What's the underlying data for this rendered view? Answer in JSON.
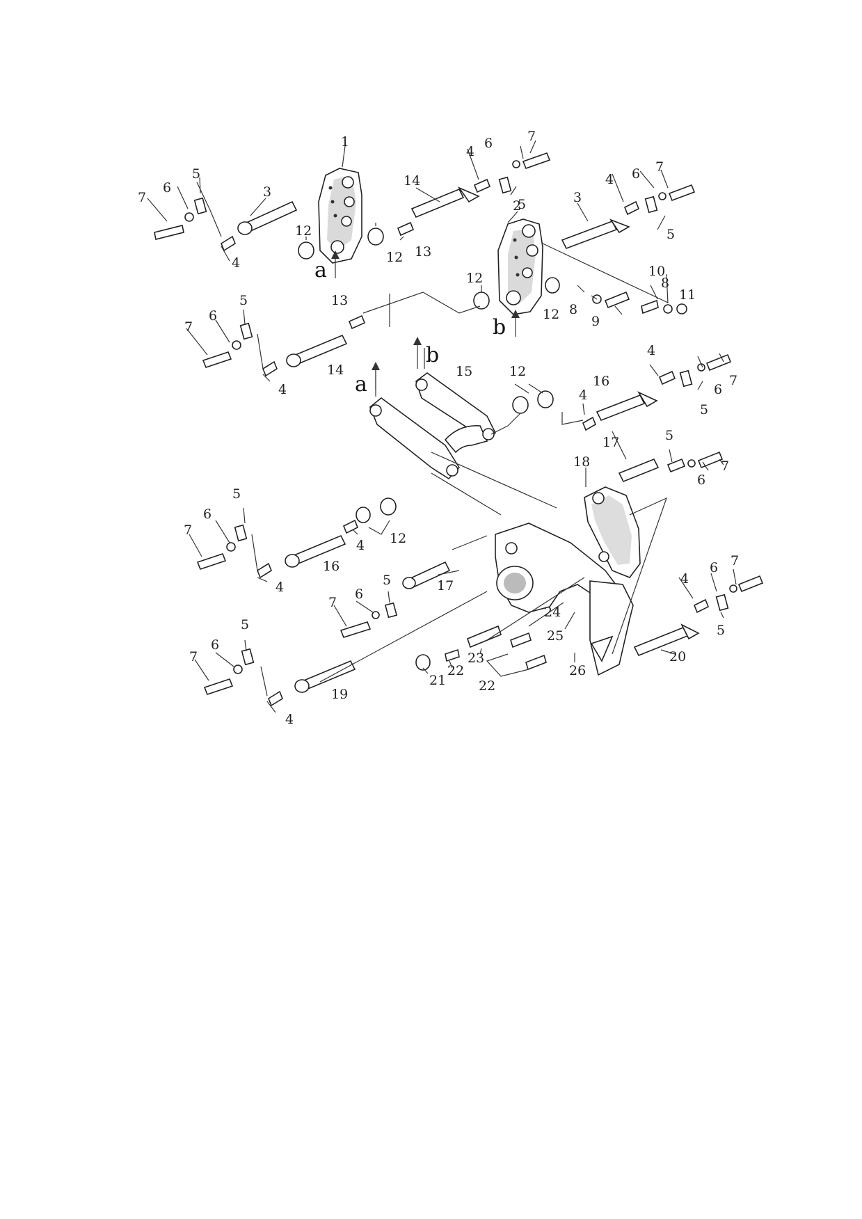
{
  "callouts": [
    {
      "id": "c1",
      "text": "1"
    },
    {
      "id": "c2",
      "text": "2"
    },
    {
      "id": "c3a",
      "text": "3"
    },
    {
      "id": "c3b",
      "text": "3"
    },
    {
      "id": "c4a",
      "text": "4"
    },
    {
      "id": "c4b",
      "text": "4"
    },
    {
      "id": "c4c",
      "text": "4"
    },
    {
      "id": "c4d",
      "text": "4"
    },
    {
      "id": "c4e",
      "text": "4"
    },
    {
      "id": "c4f",
      "text": "4"
    },
    {
      "id": "c4g",
      "text": "4"
    },
    {
      "id": "c4h",
      "text": "4"
    },
    {
      "id": "c4i",
      "text": "4"
    },
    {
      "id": "c4j",
      "text": "4"
    },
    {
      "id": "c5a",
      "text": "5"
    },
    {
      "id": "c5b",
      "text": "5"
    },
    {
      "id": "c5c",
      "text": "5"
    },
    {
      "id": "c5d",
      "text": "5"
    },
    {
      "id": "c5e",
      "text": "5"
    },
    {
      "id": "c5f",
      "text": "5"
    },
    {
      "id": "c5g",
      "text": "5"
    },
    {
      "id": "c5h",
      "text": "5"
    },
    {
      "id": "c5i",
      "text": "5"
    },
    {
      "id": "c5j",
      "text": "5"
    },
    {
      "id": "c6a",
      "text": "6"
    },
    {
      "id": "c6b",
      "text": "6"
    },
    {
      "id": "c6c",
      "text": "6"
    },
    {
      "id": "c6d",
      "text": "6"
    },
    {
      "id": "c6e",
      "text": "6"
    },
    {
      "id": "c6f",
      "text": "6"
    },
    {
      "id": "c6g",
      "text": "6"
    },
    {
      "id": "c6h",
      "text": "6"
    },
    {
      "id": "c6i",
      "text": "6"
    },
    {
      "id": "c6j",
      "text": "6"
    },
    {
      "id": "c7a",
      "text": "7"
    },
    {
      "id": "c7b",
      "text": "7"
    },
    {
      "id": "c7c",
      "text": "7"
    },
    {
      "id": "c7d",
      "text": "7"
    },
    {
      "id": "c7e",
      "text": "7"
    },
    {
      "id": "c7f",
      "text": "7"
    },
    {
      "id": "c7g",
      "text": "7"
    },
    {
      "id": "c7h",
      "text": "7"
    },
    {
      "id": "c7i",
      "text": "7"
    },
    {
      "id": "c7j",
      "text": "7"
    },
    {
      "id": "c8a",
      "text": "8"
    },
    {
      "id": "c8b",
      "text": "8"
    },
    {
      "id": "c9",
      "text": "9"
    },
    {
      "id": "c10",
      "text": "10"
    },
    {
      "id": "c11",
      "text": "11"
    },
    {
      "id": "c12a",
      "text": "12"
    },
    {
      "id": "c12b",
      "text": "12"
    },
    {
      "id": "c12c",
      "text": "12"
    },
    {
      "id": "c12d",
      "text": "12"
    },
    {
      "id": "c12e",
      "text": "12"
    },
    {
      "id": "c12f",
      "text": "12"
    },
    {
      "id": "c13a",
      "text": "13"
    },
    {
      "id": "c13b",
      "text": "13"
    },
    {
      "id": "c14a",
      "text": "14"
    },
    {
      "id": "c14b",
      "text": "14"
    },
    {
      "id": "c15",
      "text": "15"
    },
    {
      "id": "c16a",
      "text": "16"
    },
    {
      "id": "c16b",
      "text": "16"
    },
    {
      "id": "c17a",
      "text": "17"
    },
    {
      "id": "c17b",
      "text": "17"
    },
    {
      "id": "c18",
      "text": "18"
    },
    {
      "id": "c19",
      "text": "19"
    },
    {
      "id": "c20",
      "text": "20"
    },
    {
      "id": "c21",
      "text": "21"
    },
    {
      "id": "c22a",
      "text": "22"
    },
    {
      "id": "c22b",
      "text": "22"
    },
    {
      "id": "c23",
      "text": "23"
    },
    {
      "id": "c24",
      "text": "24"
    },
    {
      "id": "c25",
      "text": "25"
    },
    {
      "id": "c26",
      "text": "26"
    }
  ],
  "markers": [
    {
      "id": "ma1",
      "text": "a"
    },
    {
      "id": "mb1",
      "text": "b"
    },
    {
      "id": "ma2",
      "text": "a"
    },
    {
      "id": "mb2",
      "text": "b"
    }
  ]
}
